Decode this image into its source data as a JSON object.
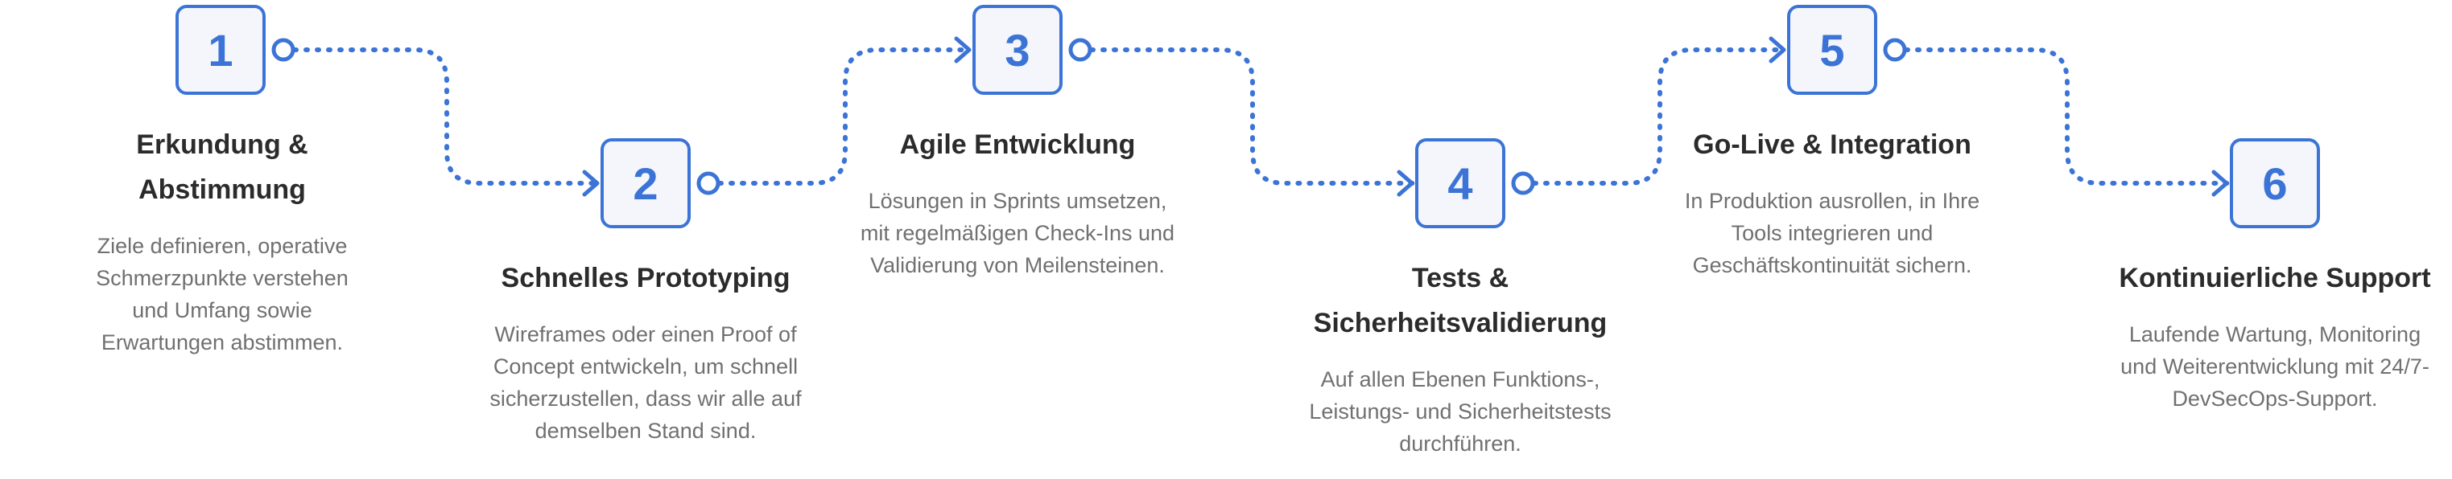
{
  "accent_color": "#3b74d6",
  "steps": [
    {
      "number": "1",
      "title": "Erkundung &\nAbstimmung",
      "description": "Ziele definieren, operative Schmerzpunkte verstehen und Umfang sowie Erwartungen abstimmen."
    },
    {
      "number": "2",
      "title": "Schnelles Prototyping",
      "description": "Wireframes oder einen Proof of Concept entwickeln, um schnell sicherzustellen, dass wir alle auf demselben Stand sind."
    },
    {
      "number": "3",
      "title": "Agile Entwicklung",
      "description": "Lösungen in Sprints umsetzen, mit regelmäßigen Check-Ins und Validierung von Meilensteinen."
    },
    {
      "number": "4",
      "title": "Tests &\nSicherheitsvalidierung",
      "description": "Auf allen Ebenen Funktions-, Leistungs- und Sicherheitstests durchführen."
    },
    {
      "number": "5",
      "title": "Go-Live & Integration",
      "description": "In Produktion ausrollen, in Ihre Tools integrieren und Geschäftskontinuität sichern."
    },
    {
      "number": "6",
      "title": "Kontinuierliche Support",
      "description": "Laufende Wartung, Monitoring und Weiterentwicklung mit 24/7-DevSecOps-Support."
    }
  ]
}
